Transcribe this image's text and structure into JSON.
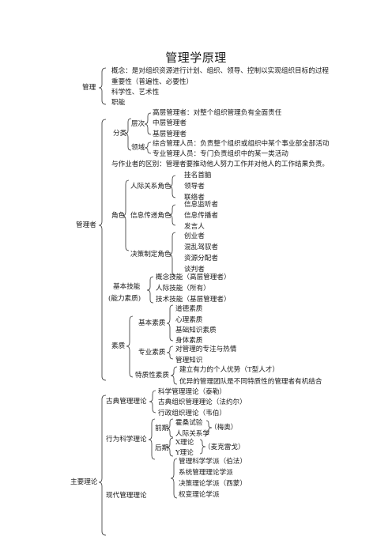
{
  "title": "管理学原理",
  "mgmt": {
    "root": "管理",
    "concept": "概念：是对组织资源进行计划、组织、领导、控制以实现组织目标的过程",
    "importance": "重要性（普遍性、必要性）",
    "science_art": "科学性、艺术性",
    "functions": "职能"
  },
  "manager": {
    "root": "管理者",
    "classify": {
      "label": "分类",
      "level": {
        "label": "层次",
        "items": [
          "高层管理者：对整个组织管理负有全面责任",
          "中层管理者",
          "基层管理者"
        ]
      },
      "field": {
        "label": "领域",
        "items": [
          "综合管理人员：负责整个组织或组织中某个事业部全部活动",
          "专业管理人员：专门负责组织中的某一类活动"
        ]
      }
    },
    "difference": "与作业者的区别：管理者要推动他人努力工作并对他人的工作结果负责。",
    "roles": {
      "label": "角色",
      "interpersonal": {
        "label": "人际关系角色",
        "items": [
          "挂名首脑",
          "领导者",
          "联络者"
        ]
      },
      "informational": {
        "label": "信息传递角色",
        "items": [
          "信息监听者",
          "信息传播者",
          "发言人"
        ]
      },
      "decisional": {
        "label": "决策制定角色",
        "items": [
          "创业者",
          "混乱驾驭者",
          "资源分配者",
          "谈判者"
        ]
      }
    },
    "skills": {
      "label_1": "基本技能",
      "label_2": "(能力素质)",
      "items": [
        "概念技能（高层管理者）",
        "人际技能（所有）",
        "技术技能（基层管理者）"
      ]
    },
    "quality": {
      "label": "素质",
      "basic": {
        "label": "基本素质",
        "items": [
          "道德素质",
          "心理素质",
          "基础知识素质",
          "身体素质"
        ]
      },
      "professional": {
        "label": "专业素质",
        "items": [
          "对管理的专注与热情",
          "管理知识"
        ]
      },
      "special": {
        "label": "特质性素质",
        "items": [
          "建立有力的个人优势（T型人才）",
          "优异的管理团队是不同特质性的管理者有机结合"
        ]
      }
    }
  },
  "theories": {
    "root": "主要理论",
    "classical": {
      "label": "古典管理理论",
      "items": [
        "科学管理理论（泰勒）",
        "古典组织管理理论（法约尔）",
        "行政组织理论（韦伯）"
      ]
    },
    "behavioral": {
      "label": "行为科学理论",
      "early": {
        "label": "前期",
        "items": [
          "霍桑试验",
          "人际关系学"
        ],
        "note": "（梅奥）"
      },
      "late": {
        "label": "后期",
        "items": [
          "X理论",
          "Y理论"
        ],
        "note": "（麦克雷戈）"
      }
    },
    "modern": {
      "label": "现代管理理论",
      "items": [
        "管理科学学派（伯法）",
        "系统管理理论学派",
        "决策理论学派（西蒙）",
        "权变理论学派"
      ]
    }
  }
}
